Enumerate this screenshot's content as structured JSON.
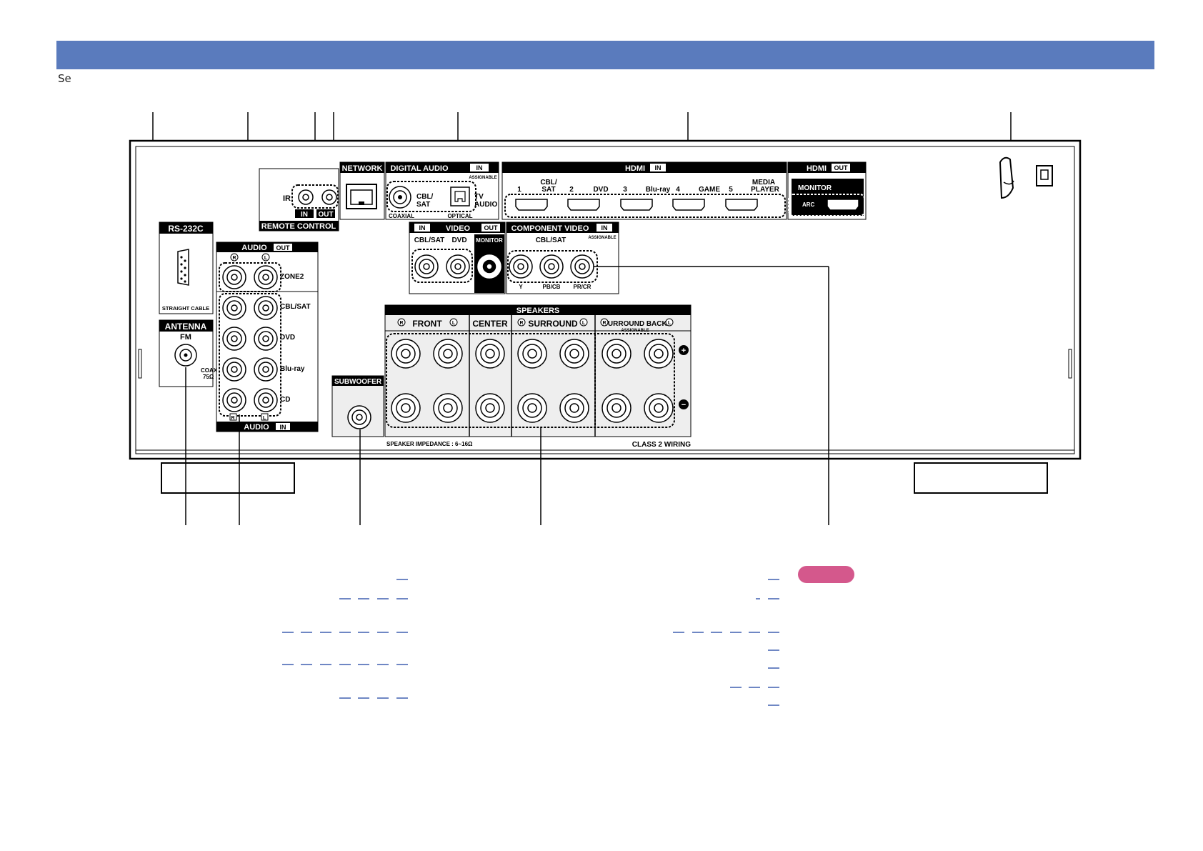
{
  "header": {
    "subtitle": "Se",
    "bar_color": "#5a7bbd"
  },
  "panel": {
    "rs232c": {
      "label": "RS-232C",
      "cable": "STRAIGHT CABLE"
    },
    "antenna": {
      "label": "ANTENNA",
      "fm": "FM",
      "coax": "COAX.",
      "ohm": "75Ω"
    },
    "remote": {
      "label": "REMOTE CONTROL",
      "ir": "IR",
      "in": "IN",
      "out": "OUT"
    },
    "network": {
      "label": "NETWORK"
    },
    "digital_audio": {
      "label": "DIGITAL AUDIO",
      "in": "IN",
      "assignable": "ASSIGNABLE",
      "cbl_sat_1": "CBL/",
      "cbl_sat_2": "SAT",
      "coaxial": "COAXIAL",
      "optical": "OPTICAL",
      "tv": "TV",
      "audio": "AUDIO"
    },
    "hdmi_in": {
      "label": "HDMI",
      "in": "IN",
      "ports": [
        "1",
        "CBL/",
        "SAT",
        "2",
        "DVD",
        "3",
        "Blu-ray",
        "4",
        "GAME",
        "5",
        "MEDIA",
        "PLAYER"
      ]
    },
    "hdmi_out": {
      "label": "HDMI",
      "out": "OUT",
      "monitor": "MONITOR",
      "arc": "ARC"
    },
    "video": {
      "in": "IN",
      "label": "VIDEO",
      "out": "OUT",
      "cbl_sat": "CBL/SAT",
      "dvd": "DVD",
      "monitor": "MONITOR"
    },
    "component": {
      "label": "COMPONENT VIDEO",
      "in": "IN",
      "assignable": "ASSIGNABLE",
      "cbl_sat": "CBL/SAT",
      "y": "Y",
      "pb": "PB/CB",
      "pr": "PR/CR"
    },
    "audio_out": {
      "label": "AUDIO",
      "out": "OUT",
      "r": "R",
      "l": "L",
      "zone2": "ZONE2"
    },
    "audio_in": {
      "label": "AUDIO",
      "in": "IN",
      "cbl_sat": "CBL/SAT",
      "dvd": "DVD",
      "bluray": "Blu-ray",
      "cd": "CD",
      "r": "R",
      "l": "L"
    },
    "subwoofer": {
      "label": "SUBWOOFER"
    },
    "speakers": {
      "label": "SPEAKERS",
      "front": "FRONT",
      "center": "CENTER",
      "surround": "SURROUND",
      "surround_back": "SURROUND BACK",
      "assignable": "ASSIGNABLE",
      "r": "R",
      "l": "L",
      "plus": "+",
      "minus": "−",
      "impedance": "SPEAKER IMPEDANCE : 6~16Ω",
      "class2": "CLASS 2 WIRING"
    }
  },
  "colors": {
    "accent": "#5a7bbd",
    "link": "#3f5fb0",
    "pill": "#d4588c"
  }
}
